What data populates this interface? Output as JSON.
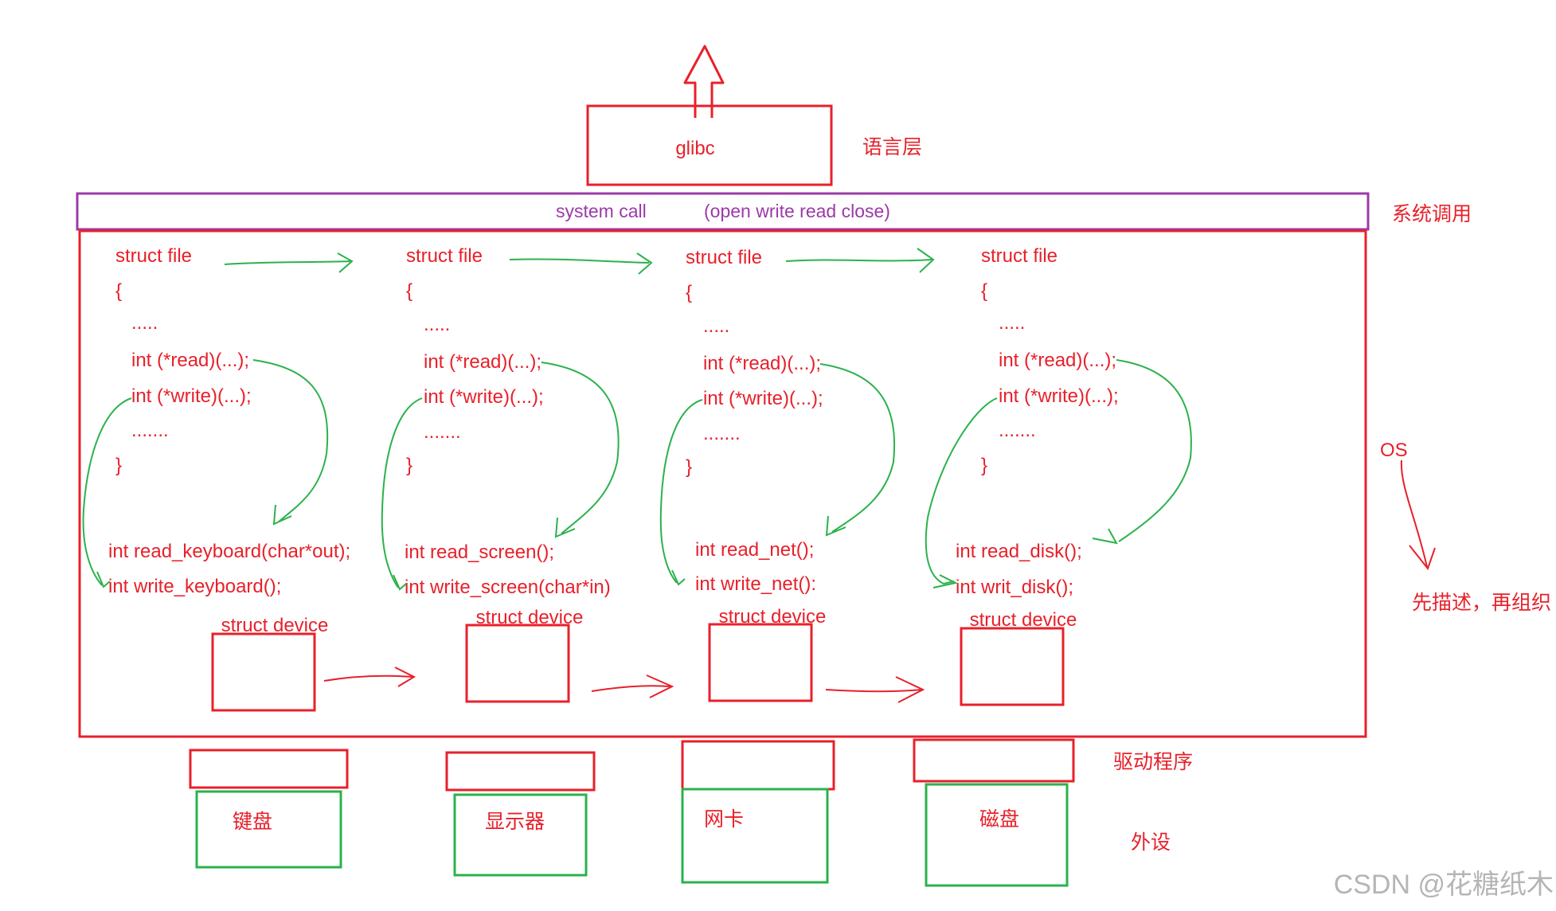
{
  "diagram": {
    "glibc_label": "glibc",
    "language_layer_label": "语言层",
    "system_call_label": "system call",
    "system_call_funcs": "(open write read close)",
    "system_call_layer_label": "系统调用",
    "os_label": "OS",
    "os_note": "先描述，再组织",
    "driver_label": "驱动程序",
    "peripheral_label": "外设",
    "watermark": "CSDN @花糖纸木",
    "struct_files": [
      {
        "title": "struct file",
        "open_brace": "{",
        "dots1": ".....",
        "read_ptr": "int (*read)(...);",
        "write_ptr": "int (*write)(...);",
        "dots2": ".......",
        "close_brace": "}",
        "read_func": "int read_keyboard(char*out);",
        "write_func": "int write_keyboard();",
        "device_label": "struct device",
        "peripheral": "键盘"
      },
      {
        "title": "struct file",
        "open_brace": "{",
        "dots1": ".....",
        "read_ptr": "int (*read)(...);",
        "write_ptr": "int (*write)(...);",
        "dots2": ".......",
        "close_brace": "}",
        "read_func": "int read_screen();",
        "write_func": "int write_screen(char*in)",
        "device_label": "struct device",
        "peripheral": "显示器"
      },
      {
        "title": "struct file",
        "open_brace": "{",
        "dots1": ".....",
        "read_ptr": "int (*read)(...);",
        "write_ptr": "int (*write)(...);",
        "dots2": ".......",
        "close_brace": "}",
        "read_func": "int read_net();",
        "write_func": "int write_net():",
        "device_label": "struct device",
        "peripheral": "网卡"
      },
      {
        "title": "struct file",
        "open_brace": "{",
        "dots1": ".....",
        "read_ptr": "int (*read)(...);",
        "write_ptr": "int (*write)(...);",
        "dots2": ".......",
        "close_brace": "}",
        "read_func": "int read_disk();",
        "write_func": "int writ_disk();",
        "device_label": "struct device",
        "peripheral": "磁盘"
      }
    ]
  }
}
